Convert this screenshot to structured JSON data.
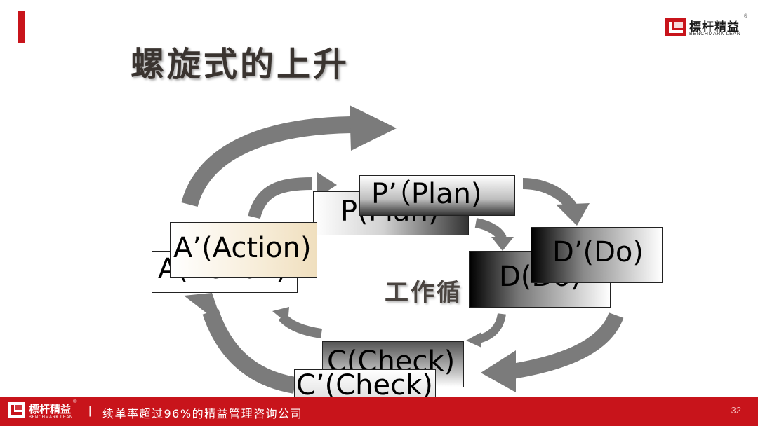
{
  "brand": {
    "name": "標杆精益",
    "subtitle": "BENCHMARK LEAN",
    "registered_mark": "®",
    "accent_color": "#c8141b"
  },
  "slide": {
    "title": "螺旋式的上升",
    "center_text": "工作循"
  },
  "inner_cycle": {
    "plan": "P(Plan)",
    "do": "D(Do)",
    "check": "C(Check)",
    "action": "A(Action)"
  },
  "outer_cycle": {
    "plan": "P’（Plan)",
    "do": "D’(Do)",
    "check": "C’(Check)",
    "action": "A’(Action)"
  },
  "footer": {
    "separator": "|",
    "slogan": "续单率超过96%的精益管理咨询公司",
    "page_number": "32"
  }
}
